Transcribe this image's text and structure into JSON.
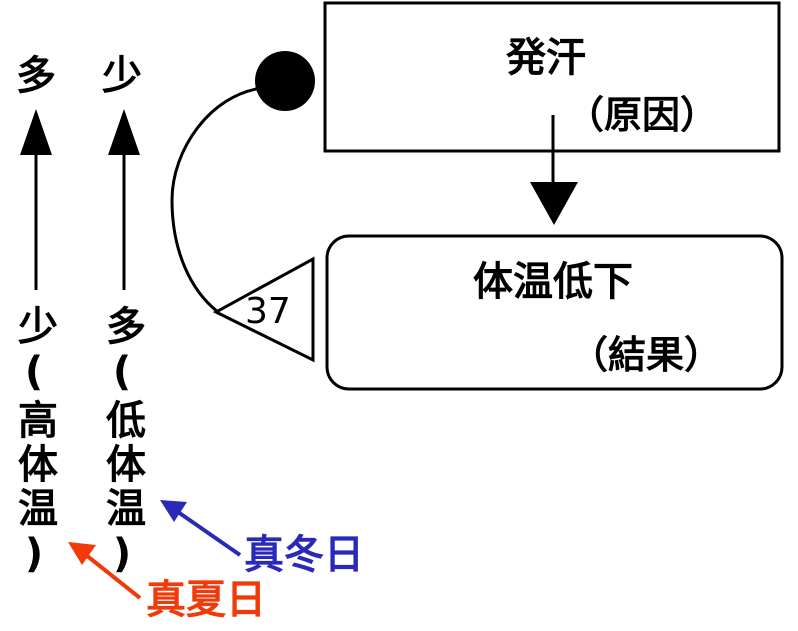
{
  "diagram": {
    "cause_box": {
      "title": "発汗",
      "subtitle": "（原因）"
    },
    "result_box": {
      "title": "体温低下",
      "subtitle": "（結果）"
    },
    "threshold_label": "37",
    "left_column": {
      "top": "多",
      "bottom": "少(高体温)"
    },
    "right_column": {
      "top": "少",
      "bottom": "多(低体温)"
    },
    "callouts": {
      "winter": {
        "text": "真冬日",
        "color": "#2a2ab8"
      },
      "summer": {
        "text": "真夏日",
        "color": "#f03a0a"
      }
    }
  }
}
